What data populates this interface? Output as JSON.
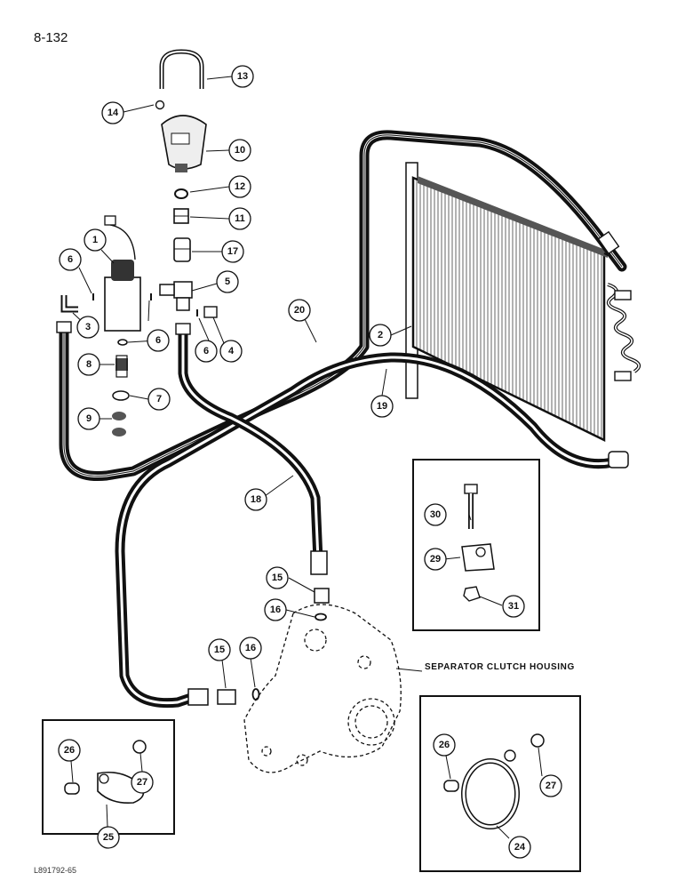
{
  "page_number": "8-132",
  "figure_code": "L891792-65",
  "label_separator_clutch_housing": "SEPARATOR CLUTCH HOUSING",
  "callouts": {
    "c1": "1",
    "c2": "2",
    "c3": "3",
    "c4": "4",
    "c5": "5",
    "c6a": "6",
    "c6b": "6",
    "c6c": "6",
    "c7": "7",
    "c8": "8",
    "c9": "9",
    "c10": "10",
    "c11": "11",
    "c12": "12",
    "c13": "13",
    "c14": "14",
    "c15a": "15",
    "c15b": "15",
    "c16a": "16",
    "c16b": "16",
    "c17": "17",
    "c18": "18",
    "c19": "19",
    "c20": "20",
    "c24": "24",
    "c25": "25",
    "c26a": "26",
    "c26b": "26",
    "c27a": "27",
    "c27b": "27",
    "c29": "29",
    "c30": "30",
    "c31": "31"
  }
}
